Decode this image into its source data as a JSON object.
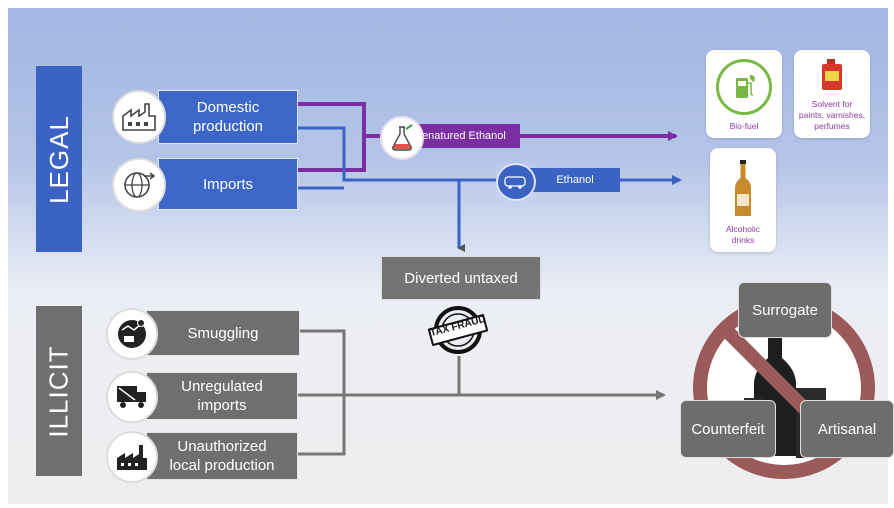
{
  "sections": {
    "legal": "LEGAL",
    "illicit": "ILLICIT"
  },
  "legal_sources": [
    "Domestic\nproduction",
    "Imports"
  ],
  "illicit_sources": [
    "Smuggling",
    "Unregulated\nimports",
    "Unauthorized\nlocal production"
  ],
  "flows": {
    "denatured": "Denatured Ethanol",
    "ethanol": "Ethanol",
    "diverted": "Diverted untaxed"
  },
  "stamp_text": "TAX FRAUD",
  "products": {
    "biofuel": "Bio-fuel",
    "solvent": "Solvent for\npaints, varnishes,\nperfumes",
    "alcoholic": "Alcoholic\ndrinks"
  },
  "outcomes": {
    "surrogate": "Surrogate",
    "counterfeit": "Counterfeit",
    "artisanal": "Artisanal"
  },
  "colors": {
    "legal_blue": "#3a63c3",
    "denatured_purple": "#7b2ea1",
    "illicit_gray": "#747474",
    "prohibit_red": "#9b5a5a"
  },
  "icons": [
    "factory-icon",
    "globe-trade-icon",
    "flask-icon",
    "tanker-icon",
    "biofuel-pump-icon",
    "solvent-can-icon",
    "bottle-icon",
    "smuggling-map-icon",
    "unregulated-truck-icon",
    "local-factory-icon",
    "tax-fraud-stamp-icon",
    "prohibited-bottles-icon"
  ]
}
